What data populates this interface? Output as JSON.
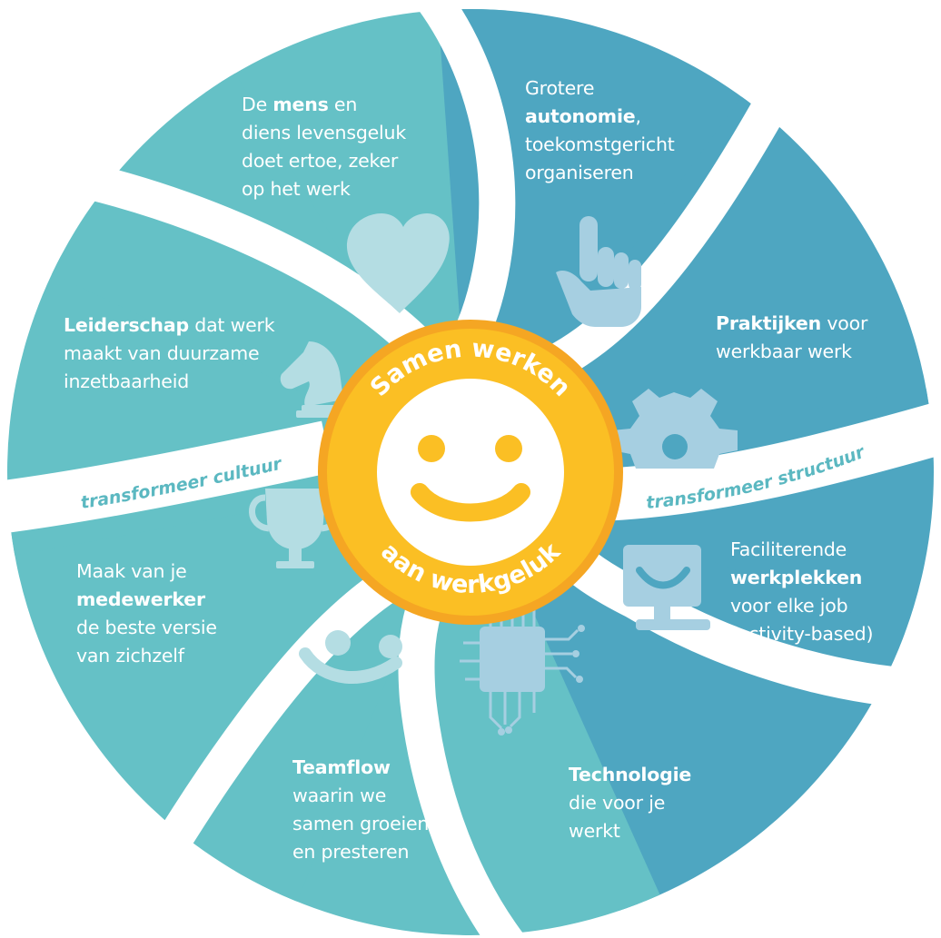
{
  "colors": {
    "teal_light": "#65c1c6",
    "teal_mid": "#5ab2c4",
    "blue": "#4ea6c1",
    "icon_light": "#b4dde3",
    "icon_blue": "#a6cfe1",
    "gold": "#f5a623",
    "gold_light": "#fbc02d",
    "white": "#ffffff",
    "curve_text": "#5bb8c1"
  },
  "center": {
    "top_text": "Samen werken",
    "bottom_text": "aan werkgeluk"
  },
  "arcs": {
    "left": "transformeer cultuur",
    "right": "transformeer structuur"
  },
  "segments": {
    "mens": {
      "icon": "heart-icon",
      "lines": [
        [
          {
            "t": "De "
          },
          {
            "t": "mens",
            "b": true
          },
          {
            "t": " en"
          }
        ],
        [
          {
            "t": "diens levensgeluk"
          }
        ],
        [
          {
            "t": "doet ertoe, zeker"
          }
        ],
        [
          {
            "t": "op het werk"
          }
        ]
      ]
    },
    "autonomie": {
      "icon": "pointing-hand-icon",
      "lines": [
        [
          {
            "t": "Grotere"
          }
        ],
        [
          {
            "t": "autonomie",
            "b": true
          },
          {
            "t": ","
          }
        ],
        [
          {
            "t": "toekomstgericht"
          }
        ],
        [
          {
            "t": "organiseren"
          }
        ]
      ]
    },
    "praktijken": {
      "icon": "gear-icon",
      "lines": [
        [
          {
            "t": "Praktijken",
            "b": true
          },
          {
            "t": " voor"
          }
        ],
        [
          {
            "t": "werkbaar werk"
          }
        ]
      ]
    },
    "werkplekken": {
      "icon": "monitor-icon",
      "lines": [
        [
          {
            "t": "Faciliterende"
          }
        ],
        [
          {
            "t": "werkplekken",
            "b": true
          }
        ],
        [
          {
            "t": "voor elke job"
          }
        ],
        [
          {
            "t": "(activity-based)"
          }
        ]
      ]
    },
    "technologie": {
      "icon": "chip-icon",
      "lines": [
        [
          {
            "t": "Technologie",
            "b": true
          }
        ],
        [
          {
            "t": "die voor je"
          }
        ],
        [
          {
            "t": "werkt"
          }
        ]
      ]
    },
    "teamflow": {
      "icon": "smile-icon",
      "lines": [
        [
          {
            "t": "Teamflow",
            "b": true
          }
        ],
        [
          {
            "t": "waarin we"
          }
        ],
        [
          {
            "t": "samen groeien"
          }
        ],
        [
          {
            "t": "en presteren"
          }
        ]
      ]
    },
    "medewerker": {
      "icon": "trophy-icon",
      "lines": [
        [
          {
            "t": "Maak van je"
          }
        ],
        [
          {
            "t": "medewerker",
            "b": true
          }
        ],
        [
          {
            "t": "de beste versie"
          }
        ],
        [
          {
            "t": "van zichzelf"
          }
        ]
      ]
    },
    "leiderschap": {
      "icon": "chess-knight-icon",
      "lines": [
        [
          {
            "t": "Leiderschap",
            "b": true
          },
          {
            "t": " dat werk"
          }
        ],
        [
          {
            "t": "maakt van duurzame"
          }
        ],
        [
          {
            "t": "inzetbaarheid"
          }
        ]
      ]
    }
  }
}
